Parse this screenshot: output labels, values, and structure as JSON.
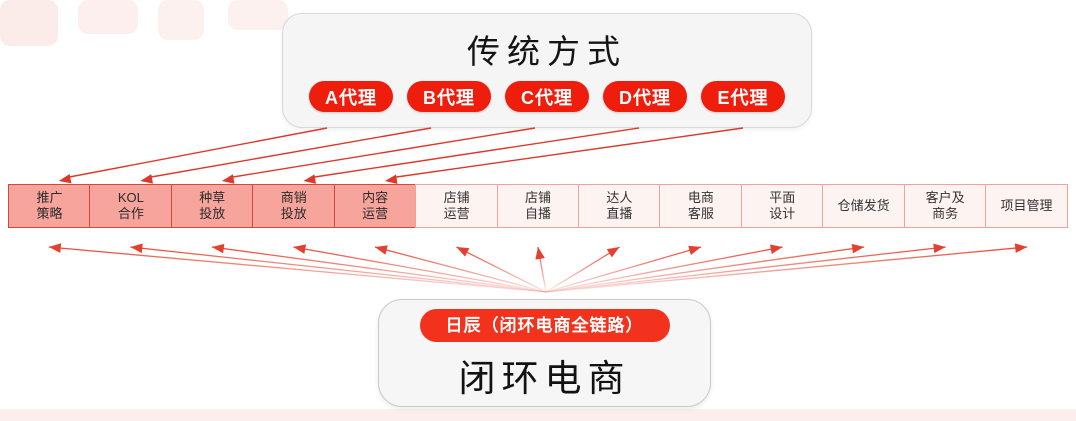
{
  "traditional": {
    "title": "传统方式",
    "agents": [
      "A代理",
      "B代理",
      "C代理",
      "D代理",
      "E代理"
    ]
  },
  "services": [
    {
      "lines": [
        "推广",
        "策略"
      ],
      "highlighted": true
    },
    {
      "lines": [
        "KOL",
        "合作"
      ],
      "highlighted": true
    },
    {
      "lines": [
        "种草",
        "投放"
      ],
      "highlighted": true
    },
    {
      "lines": [
        "商销",
        "投放"
      ],
      "highlighted": true
    },
    {
      "lines": [
        "内容",
        "运营"
      ],
      "highlighted": true
    },
    {
      "lines": [
        "店铺",
        "运营"
      ],
      "highlighted": false
    },
    {
      "lines": [
        "店铺",
        "自播"
      ],
      "highlighted": false
    },
    {
      "lines": [
        "达人",
        "直播"
      ],
      "highlighted": false
    },
    {
      "lines": [
        "电商",
        "客服"
      ],
      "highlighted": false
    },
    {
      "lines": [
        "平面",
        "设计"
      ],
      "highlighted": false
    },
    {
      "lines": [
        "仓储发货"
      ],
      "highlighted": false
    },
    {
      "lines": [
        "客户及",
        "商务"
      ],
      "highlighted": false
    },
    {
      "lines": [
        "项目管理"
      ],
      "highlighted": false
    }
  ],
  "closed_loop": {
    "badge": "日辰（闭环电商全链路）",
    "title": "闭环电商"
  },
  "colors": {
    "agent_pill_red": "#ee1d0c",
    "badge_red": "#f3321d",
    "arrow_red": "#dc392c",
    "fan_arrow_red": "#e5402f",
    "highlight_fill": "#f7a49c",
    "highlight_border": "#d8463a",
    "light_fill": "#fdf3f1",
    "light_border": "#eda49b",
    "panel_gray": "#f5f5f6",
    "title_black": "#141414"
  }
}
